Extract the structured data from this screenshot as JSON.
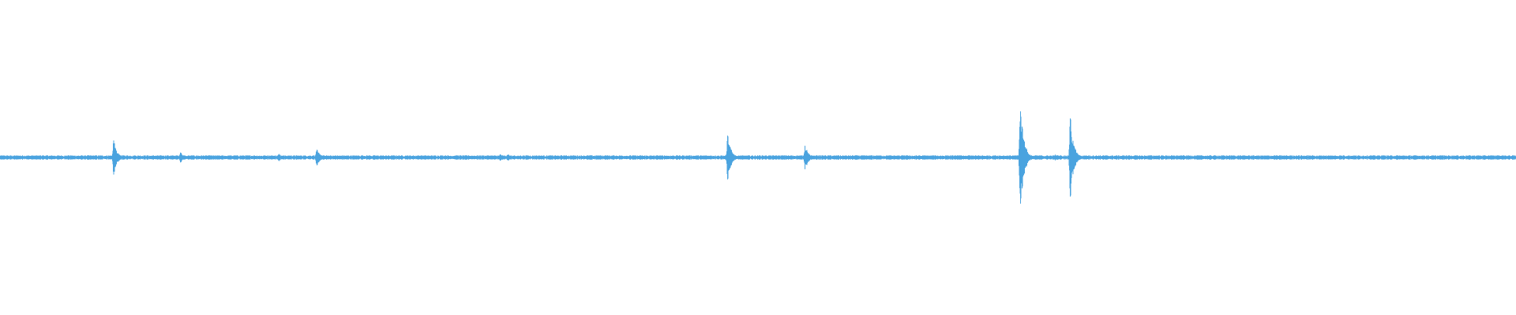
{
  "waveform": {
    "color": "#4aa3df",
    "background": "#ffffff",
    "baseline_amplitude": 0.003,
    "noise_amplitude": 0.004,
    "peaks": [
      {
        "position": 0.075,
        "amplitude": 0.06
      },
      {
        "position": 0.119,
        "amplitude": 0.02
      },
      {
        "position": 0.184,
        "amplitude": 0.015
      },
      {
        "position": 0.209,
        "amplitude": 0.03
      },
      {
        "position": 0.33,
        "amplitude": 0.012
      },
      {
        "position": 0.335,
        "amplitude": 0.012
      },
      {
        "position": 0.48,
        "amplitude": 0.08
      },
      {
        "position": 0.531,
        "amplitude": 0.045
      },
      {
        "position": 0.593,
        "amplitude": 0.006
      },
      {
        "position": 0.63,
        "amplitude": 0.008
      },
      {
        "position": 0.673,
        "amplitude": 0.21
      },
      {
        "position": 0.696,
        "amplitude": 0.01
      },
      {
        "position": 0.706,
        "amplitude": 0.14
      }
    ]
  }
}
